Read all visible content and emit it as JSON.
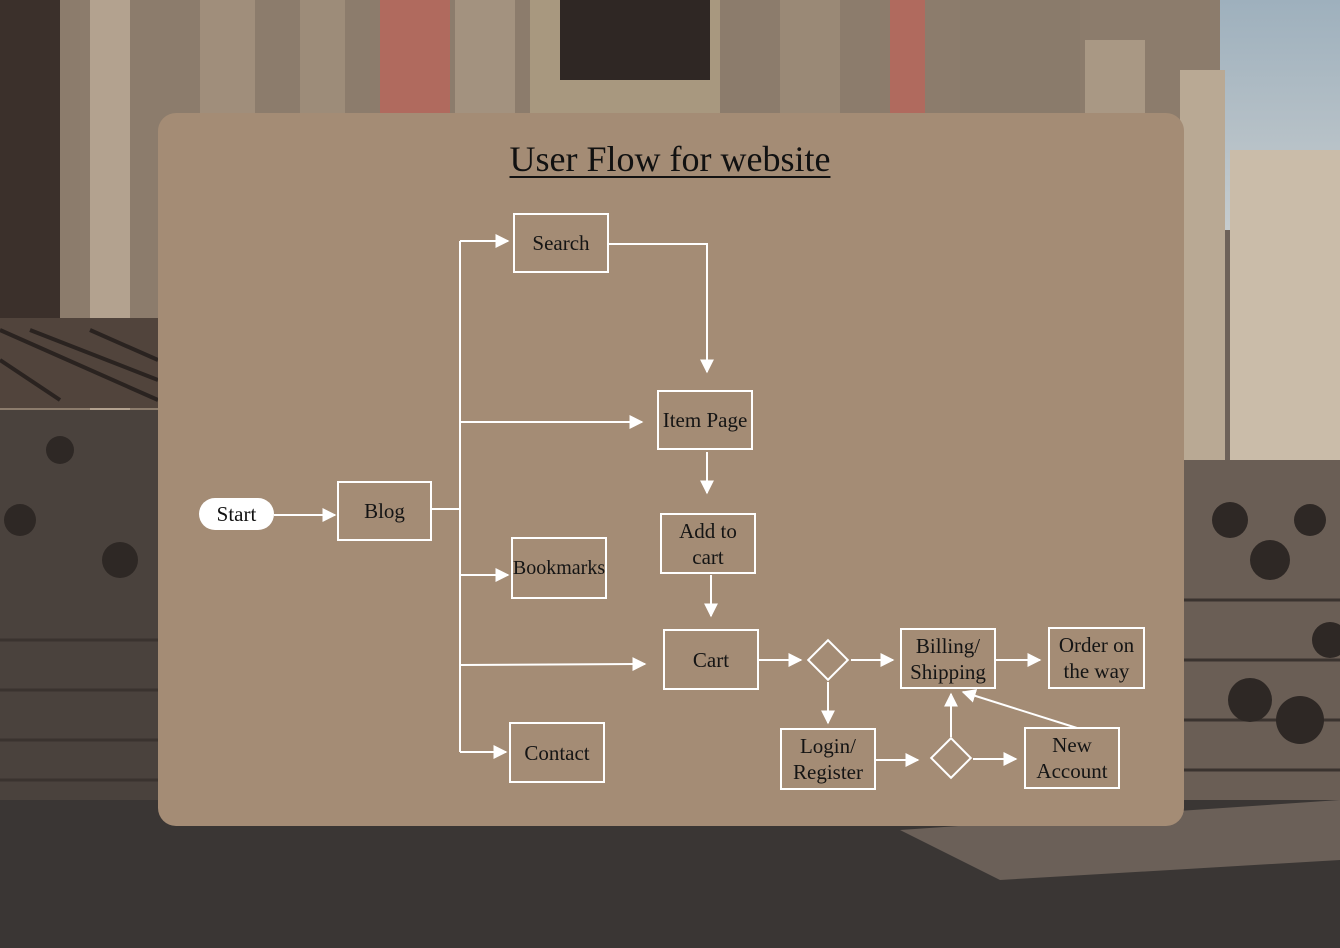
{
  "title": "User Flow for website",
  "colors": {
    "card": "#a48c75",
    "line": "#ffffff",
    "text": "#141414"
  },
  "nodes": {
    "start": "Start",
    "blog": "Blog",
    "search": "Search",
    "item_page": "Item Page",
    "add_to_cart": "Add to\ncart",
    "bookmarks": "Bookmarks",
    "cart": "Cart",
    "contact": "Contact",
    "billing_shipping": "Billing/\nShipping",
    "order_on_the_way": "Order on\nthe way",
    "login_register": "Login/\nRegister",
    "new_account": "New\nAccount"
  }
}
